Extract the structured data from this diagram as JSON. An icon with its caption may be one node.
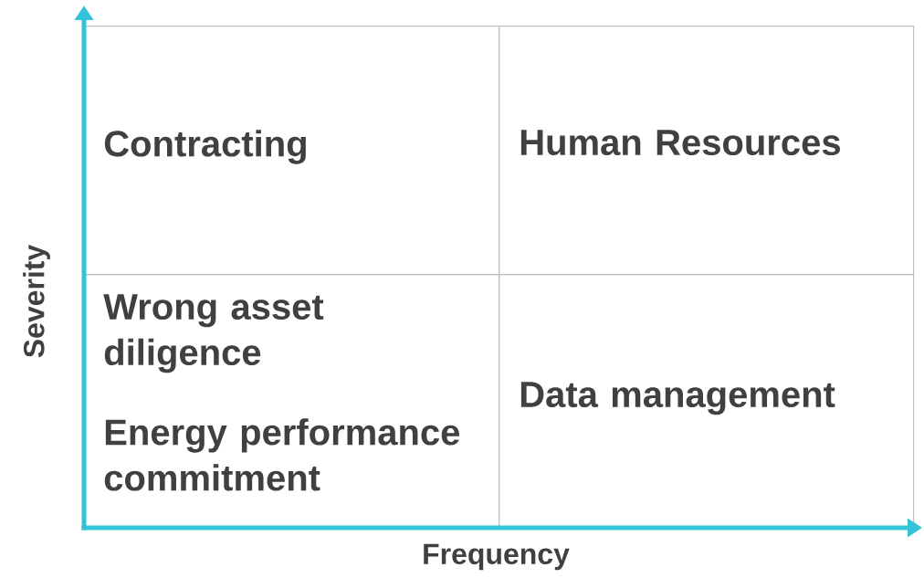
{
  "diagram": {
    "nodes": [
      {
        "text": [
          "Contracting"
        ]
      },
      {
        "text": [
          "Human Resources"
        ]
      },
      {
        "text": [
          "Wrong asset diligence",
          "Energy performance commitment"
        ]
      },
      {
        "text": [
          "Data management"
        ]
      }
    ],
    "labels": [
      "Severity",
      "Frequency"
    ]
  }
}
